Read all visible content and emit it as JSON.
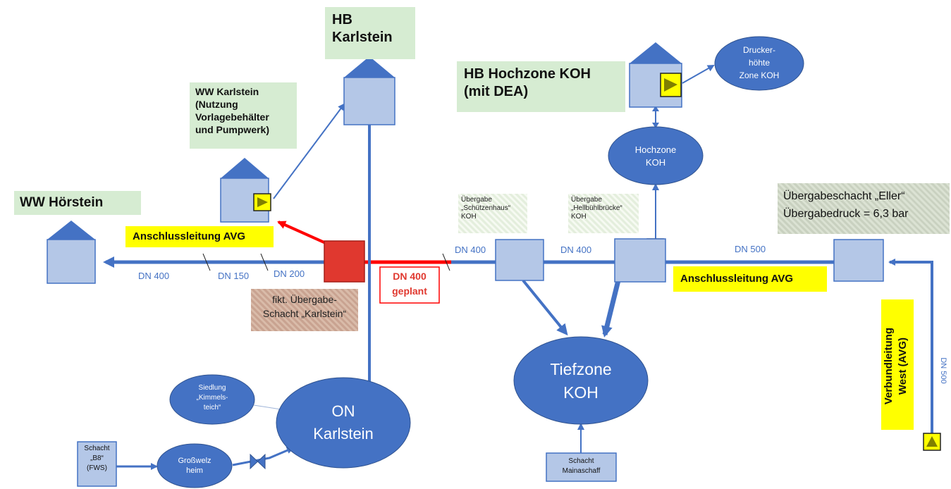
{
  "labels": {
    "hb_karlstein": "HB\nKarlstein",
    "ww_karlstein": "WW Karlstein\n(Nutzung\nVorlagebehälter\nund Pumpwerk)",
    "hb_hochzone": "HB Hochzone KOH\n(mit DEA)",
    "ww_hoerstein": "WW Hörstein",
    "anschluss_left": "Anschlussleitung AVG",
    "anschluss_right": "Anschlussleitung AVG",
    "uebergabeschacht_eller": "Übergabeschacht „Eller“\nÜbergabedruck = 6,3 bar",
    "uebergabe_schuetzenhaus": "Übergabe\n„Schützenhaus“\nKOH",
    "uebergabe_hellbuehl": "Übergabe\n„Hellbühlbrücke“\nKOH",
    "fikt_uebergabe": "fikt. Übergabe-\nSchacht „Karlstein“",
    "dn400_geplant": "DN 400\ngeplant",
    "verbundleitung": "Verbundleitung\nWest (AVG)"
  },
  "pipes": {
    "dn400_left": "DN 400",
    "dn150": "DN 150",
    "dn200": "DN 200",
    "dn400_mid": "DN 400",
    "dn400_mid2": "DN 400",
    "dn500_top": "DN 500",
    "dn500_vertical": "DN 500"
  },
  "nodes": {
    "drucker": "Drucker-\nhöhte\nZone KOH",
    "hochzone": "Hochzone\nKOH",
    "tiefzone": "Tiefzone\nKOH",
    "on_karlstein": "ON\nKarlstein",
    "siedlung": "Siedlung\n„Kimmels-\nteich“",
    "grosswelz": "Großwelz\nheim",
    "schacht_b8": "Schacht\n„B8“\n(FWS)",
    "schacht_mainaschaff": "Schacht\nMainaschaff"
  },
  "colors": {
    "pipe_blue": "#4472c4",
    "node_blue": "#4472c4",
    "box_blue": "#b4c7e7",
    "planned_red": "#ff0000",
    "label_green": "#d6ecd2",
    "label_yellow": "#ffff00",
    "pump_olive": "#808000"
  }
}
